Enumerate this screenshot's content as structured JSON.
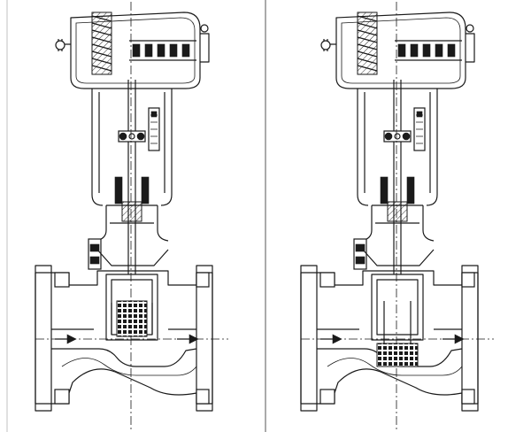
{
  "figure": {
    "panels": [
      {
        "id": "left",
        "valve_state": "open"
      },
      {
        "id": "right",
        "valve_state": "closed"
      }
    ],
    "colors": {
      "line": "#1a1a1a",
      "background": "#ffffff",
      "divider": "#555555"
    }
  }
}
